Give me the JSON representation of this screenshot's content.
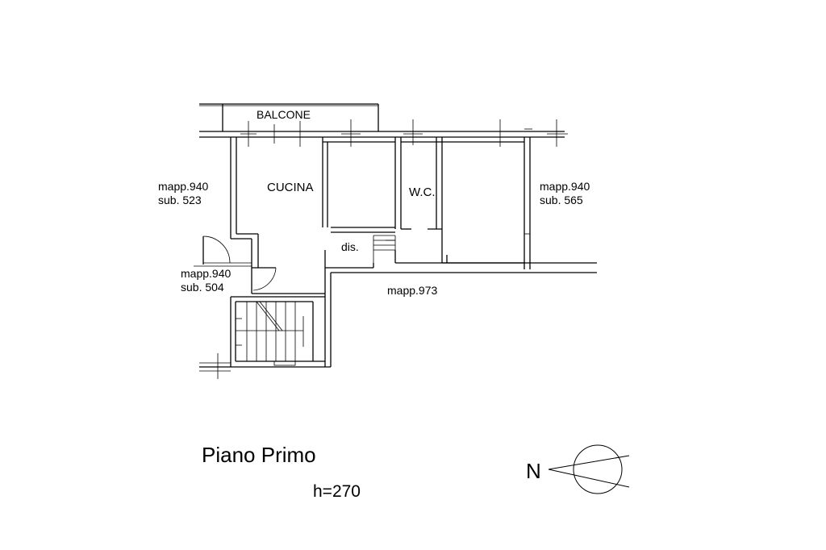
{
  "plan": {
    "rooms": {
      "balcone": "BALCONE",
      "cucina": "CUCINA",
      "wc": "W.C.",
      "dis": "dis."
    },
    "neighbors": {
      "left_upper": [
        "mapp.940",
        "sub. 523"
      ],
      "left_lower": [
        "mapp.940",
        "sub. 504"
      ],
      "right": [
        "mapp.940",
        "sub. 565"
      ],
      "below": "mapp.973"
    }
  },
  "caption": {
    "floor": "Piano Primo",
    "height": "h=270"
  },
  "north_arrow": {
    "label": "N"
  }
}
